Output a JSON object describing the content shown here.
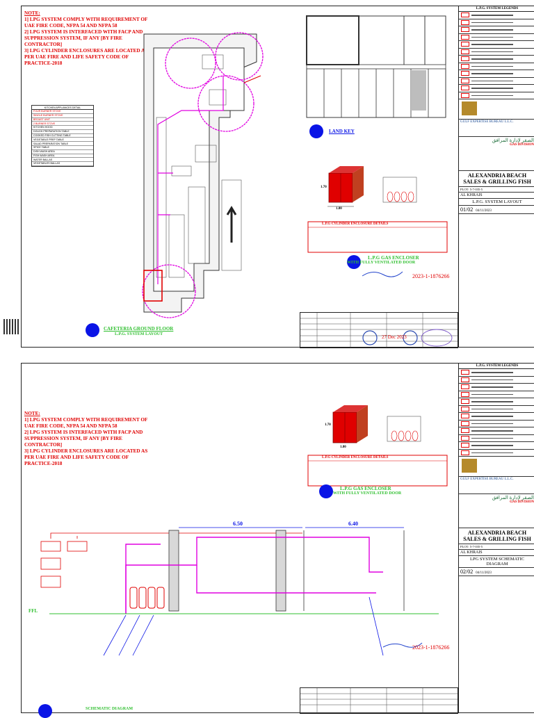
{
  "note": {
    "title": "NOTE:",
    "lines": [
      "1] LPG SYSTEM COMPLY WITH REQUIREMENT OF UAE FIRE CODE, NFPA 54 AND NFPA 58",
      "2] LPG SYSTEM IS INTERFACED WITH FACP AND SUPPRESSION SYSTEM, IF ANY [BY FIRE CONTRACTOR]",
      "3] LPG CYLINDER ENCLOSURES ARE LOCATED AS PER UAE FIRE AND LIFE SAFETY CODE OF PRACTICE-2018"
    ]
  },
  "legend_title": "L.P.G. SYSTEM LEGENDS",
  "consultant": "GULF EXPERTISE BUREAU L.L.C.",
  "contractor_arabic": "الصقر لإدارة المرافق",
  "contractor_division": "GAS DIVISION",
  "project": {
    "name_line1": "ALEXANDRIA BEACH",
    "name_line2": "SALES & GRILLING FISH",
    "sector": "AL KHRAIS",
    "plot_no": "5-7-035-5",
    "date": "04/11/2023"
  },
  "sheet1": {
    "title": "L.P.G. SYSTEM LAYOUT",
    "drawing_no": "01/02",
    "key_label": "LAND KEY",
    "plan_caption_line1": "CAFETERIA GROUND FLOOR",
    "plan_caption_line2": "L.P.G. SYSTEM LAYOUT",
    "enclosure_title": "L.P.G GAS ENCLOSER",
    "enclosure_sub": "WITH FULLY VENTILATED DOOR",
    "detail_title": "L.P.G CYLINDER ENCLOSURE DETAILS",
    "dim_width": "1.80",
    "dim_height": "1.70",
    "ref_number": "2023-1-1876266",
    "stamp_date": "27 Dec 2023",
    "kitchen_title": "KITCHEN APPLIANCES DETAIL",
    "kitchen_items": [
      "FOUR BURNER STOVE",
      "SINGLE BURNER STOVE",
      "BROAST UNIT",
      "2 BURNER STOVE",
      "KITCHEN HOOD",
      "DOUGH PREPARATION TABLE",
      "COOKED FISH CUTTING TABLE",
      "VEGETABLE PREP TABLE",
      "SALAD PREPARATION TABLE",
      "SPICE TABLE",
      "DISH WASH AREA",
      "FISH WASH AREA",
      "WATER BALLAS",
      "VEGETABLES BALLAS"
    ]
  },
  "sheet2": {
    "title_line1": "LPG SYSTEM SCHEMATIC",
    "title_line2": "DIAGRAM",
    "drawing_no": "02/02",
    "dim_a": "6.50",
    "dim_b": "6.40",
    "ffl": "FFL",
    "caption": "SCHEMATIC DIAGRAM",
    "enclosure_title": "L.P.G GAS ENCLOSER",
    "enclosure_sub": "WITH FULLY VENTILATED DOOR",
    "detail_title": "L.P.G CYLINDER ENCLOSURE DETAILS",
    "dim_width": "1.80",
    "dim_height": "1.70",
    "ref_number": "2023-1-1876266"
  },
  "colors": {
    "red": "#e00000",
    "magenta": "#e000e0",
    "green": "#2fbf2f",
    "blue": "#0a14e6"
  }
}
